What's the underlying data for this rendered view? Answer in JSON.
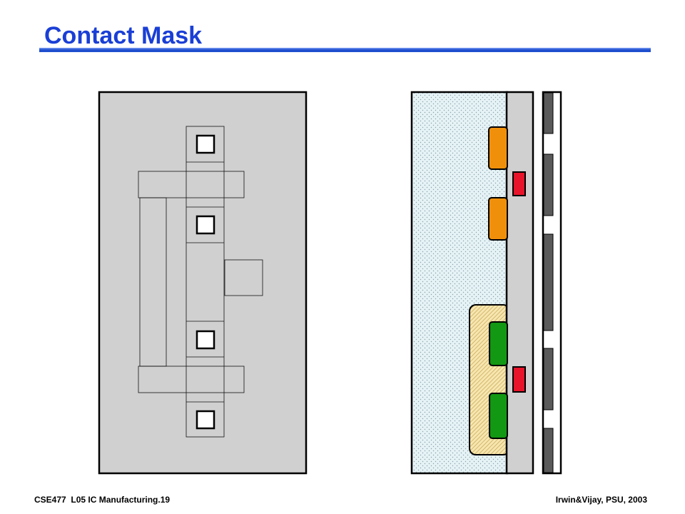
{
  "slide": {
    "title": "Contact Mask",
    "footer_left": "CSE477  L05 IC Manufacturing.19",
    "footer_right": "Irwin&Vijay, PSU, 2003"
  },
  "colors": {
    "title": "#1a3fd6",
    "title_rule": "#1f4fcf",
    "panel_gray": "#d0d0d0",
    "outline": "#000000",
    "substrate_fill": "#e6f3f6",
    "substrate_dots": "#8aa0a8",
    "pmos_diffusion": "#f0900a",
    "nmos_diffusion": "#129812",
    "contact": "#e8142a",
    "well_fill": "#f6e6b0",
    "well_hatch": "#c09a40",
    "strip_gray": "#5a5a5a"
  }
}
